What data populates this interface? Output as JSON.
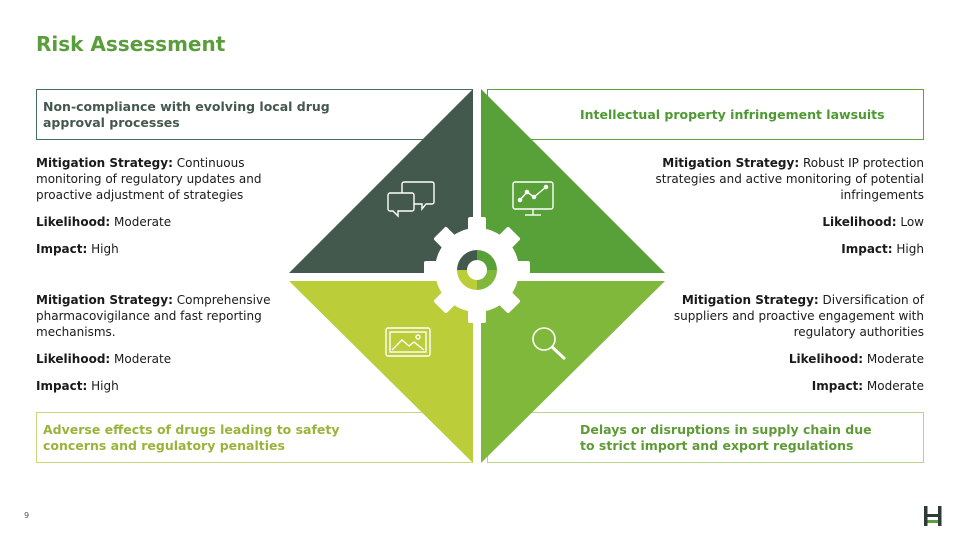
{
  "slide": {
    "title": "Risk Assessment",
    "page_number": "9"
  },
  "colors": {
    "dark_green": "#44594e",
    "green": "#5aa23a",
    "lime": "#bccd3a",
    "mid_green": "#7cb342",
    "title": "#5a9e3c"
  },
  "quadrants": {
    "top_left": {
      "heading": "Non-compliance with evolving local drug approval processes",
      "icon": "chat-bubbles-icon",
      "mitigation_label": "Mitigation Strategy:",
      "mitigation": "Continuous monitoring of regulatory updates and proactive adjustment of strategies",
      "likelihood_label": "Likelihood:",
      "likelihood": "Moderate",
      "impact_label": "Impact:",
      "impact": "High"
    },
    "top_right": {
      "heading": "Intellectual property infringement lawsuits",
      "icon": "monitor-chart-icon",
      "mitigation_label": "Mitigation Strategy:",
      "mitigation": "Robust IP protection strategies and active monitoring of potential infringements",
      "likelihood_label": "Likelihood:",
      "likelihood": "Low",
      "impact_label": "Impact:",
      "impact": "High"
    },
    "bottom_left": {
      "heading": "Adverse effects of drugs leading to safety concerns and regulatory penalties",
      "icon": "image-frame-icon",
      "mitigation_label": "Mitigation Strategy:",
      "mitigation": "Comprehensive pharmacovigilance and fast reporting mechanisms.",
      "likelihood_label": "Likelihood:",
      "likelihood": "Moderate",
      "impact_label": "Impact:",
      "impact": "High"
    },
    "bottom_right": {
      "heading": "Delays or disruptions in supply chain due to strict import and export regulations",
      "icon": "magnifier-icon",
      "mitigation_label": "Mitigation Strategy:",
      "mitigation": "Diversification of suppliers and proactive engagement with regulatory authorities",
      "likelihood_label": "Likelihood:",
      "likelihood": "Moderate",
      "impact_label": "Impact:",
      "impact": "Moderate"
    }
  },
  "center_icon": "gear-icon",
  "logo_icon": "company-logo-icon"
}
